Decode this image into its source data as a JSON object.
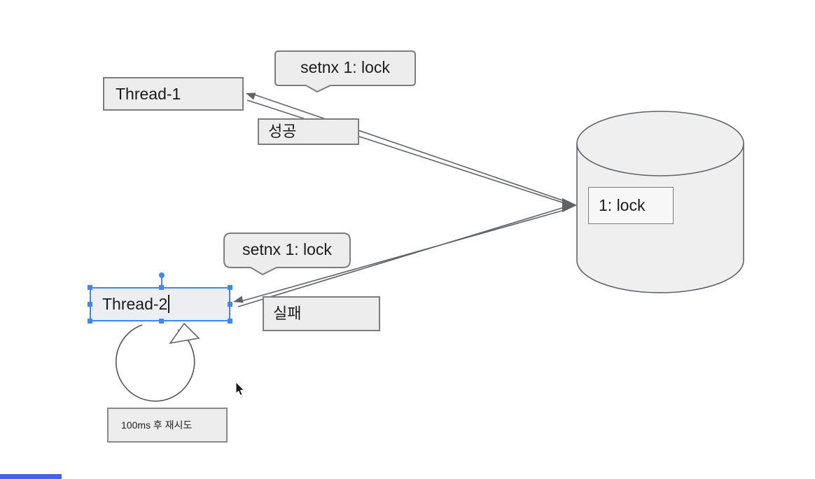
{
  "diagram": {
    "thread1_label": "Thread-1",
    "thread2_label": "Thread-2",
    "db_value_label": "1: lock",
    "request_top_label": "setnx 1: lock",
    "request_bottom_label": "setnx 1: lock",
    "response_top_label": "성공",
    "response_bottom_label": "실패",
    "retry_label": "100ms 후 재시도"
  },
  "colors": {
    "selection_blue": "#4285f4",
    "shape_fill": "#ededee",
    "shape_border": "#7d7d7d",
    "connector_gray": "#5f6368",
    "cylinder_fill": "#efefef",
    "progress_bar_blue": "#4762e0"
  }
}
